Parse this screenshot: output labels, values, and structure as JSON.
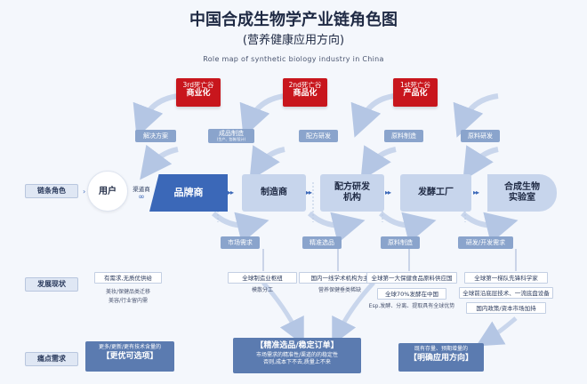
{
  "header": {
    "title": "中国合成生物学产业链角色图",
    "subtitle": "(营养健康应用方向)",
    "en_title": "Role map of synthetic biology industry in China"
  },
  "valleys": [
    {
      "line1": "3rd死亡谷",
      "line2": "商业化"
    },
    {
      "line1": "2nd死亡谷",
      "line2": "商品化"
    },
    {
      "line1": "1st死亡谷",
      "line2": "产品化"
    }
  ],
  "top_tags": [
    {
      "label": "解决方案",
      "sub": ""
    },
    {
      "label": "成品制造",
      "sub": "(生产、包装/设计)"
    },
    {
      "label": "配方研发",
      "sub": ""
    },
    {
      "label": "原料制造",
      "sub": ""
    },
    {
      "label": "原料研发",
      "sub": ""
    }
  ],
  "row_labels": {
    "chain_role": "链条角色",
    "status": "发展现状",
    "pain": "痛点需求"
  },
  "chain": {
    "user": "用户",
    "channel_label": "渠道商",
    "channel_icon": "∞",
    "brand": "品牌商",
    "manufacturer": "制造商",
    "formula_line1": "配方研发",
    "formula_line2": "机构",
    "fermentation": "发酵工厂",
    "lab_line1": "合成生物",
    "lab_line2": "实验室"
  },
  "mid_tags": [
    "市场需求",
    "精准选品",
    "原料制造",
    "研发/开发需求"
  ],
  "status": {
    "user_box": "有需求,无质优供给",
    "user_note1": "美妆/保健品类迁移",
    "user_note2": "美容/行业留内需",
    "mfr_box": "全球制造业枢纽",
    "mfr_note": "模散分工",
    "formula_box": "国内一线学术机构为主",
    "formula_note": "营养保健垂类稀缺",
    "ferm_box1": "全球第一大保健食品原料供应国",
    "ferm_box2": "全球70%发酵在中国",
    "ferm_note": "Esp.发酵、分离、提取具有全球优势",
    "lab_box1": "全球第一梯队先锋科学家",
    "lab_box2": "全球前沿底层技术、一流底盘设备",
    "lab_box3": "国内政策/资本市场加持"
  },
  "pain": {
    "left_small": "更多/更新/更有技术含量的",
    "left_big": "【更优可选项】",
    "mid_big": "【精准选品/稳定订单】",
    "mid_small1": "市场需求的精准性/渠道的的稳定性",
    "mid_small2": "否则,成本下不去,质量上不来",
    "right_small": "既有存量、预期增量的",
    "right_big": "【明确应用方向】"
  },
  "colors": {
    "valley_red": "#c8161d",
    "brand_blue": "#3b68b8",
    "node_light": "#c7d5ec",
    "tag_blue": "#8aa4cc",
    "pain_box": "#5b7bb0"
  }
}
